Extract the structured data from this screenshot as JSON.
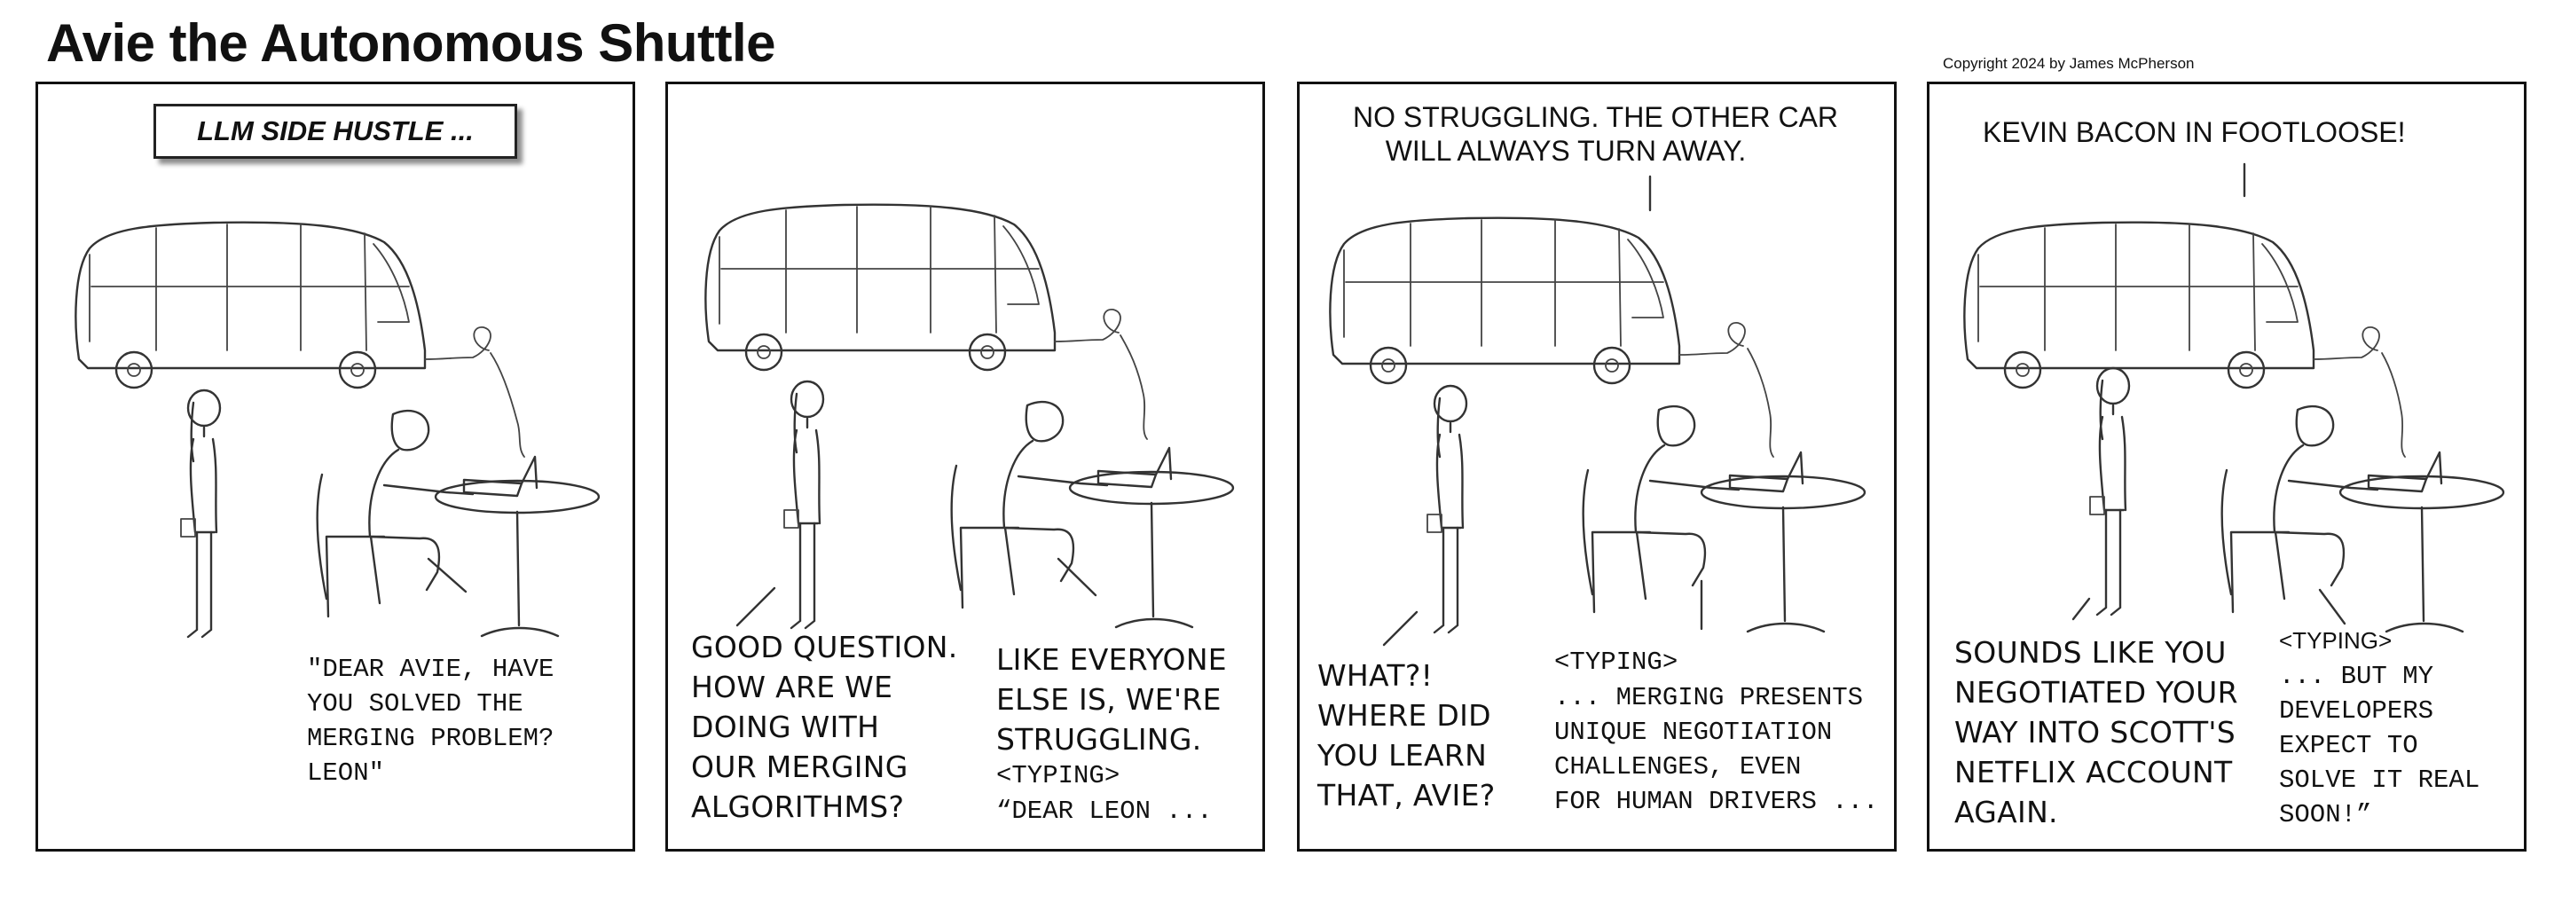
{
  "comic": {
    "title": "Avie the Autonomous Shuttle",
    "copyright": "Copyright 2024 by James McPherson"
  },
  "panels": [
    {
      "caption": "LLM SIDE HUSTLE ...",
      "typed_text": "\"DEAR AVIE, HAVE\nYOU SOLVED THE\nMERGING PROBLEM?\nLEON\""
    },
    {
      "woman_speech": "GOOD QUESTION.\nHOW ARE WE\nDOING WITH\nOUR MERGING\nALGORITHMS?",
      "man_speech": "LIKE EVERYONE\nELSE IS, WE'RE\nSTRUGGLING.",
      "typing_label": "<TYPING>",
      "typed_text": "“DEAR LEON ..."
    },
    {
      "shuttle_speech": "NO STRUGGLING. THE OTHER CAR\nWILL ALWAYS TURN AWAY.",
      "woman_speech": "WHAT?!\nWHERE DID\nYOU LEARN\nTHAT, AVIE?",
      "typing_label": "<TYPING>",
      "typed_text": "... MERGING PRESENTS\nUNIQUE NEGOTIATION\nCHALLENGES, EVEN\nFOR HUMAN DRIVERS ..."
    },
    {
      "shuttle_speech": "KEVIN BACON IN FOOTLOOSE!",
      "woman_speech": "SOUNDS LIKE YOU\nNEGOTIATED YOUR\nWAY INTO SCOTT'S\nNETFLIX ACCOUNT\nAGAIN.",
      "typing_label": "<TYPING>",
      "typed_text": "... BUT MY\nDEVELOPERS\nEXPECT TO\nSOLVE IT REAL\nSOON!”"
    }
  ]
}
